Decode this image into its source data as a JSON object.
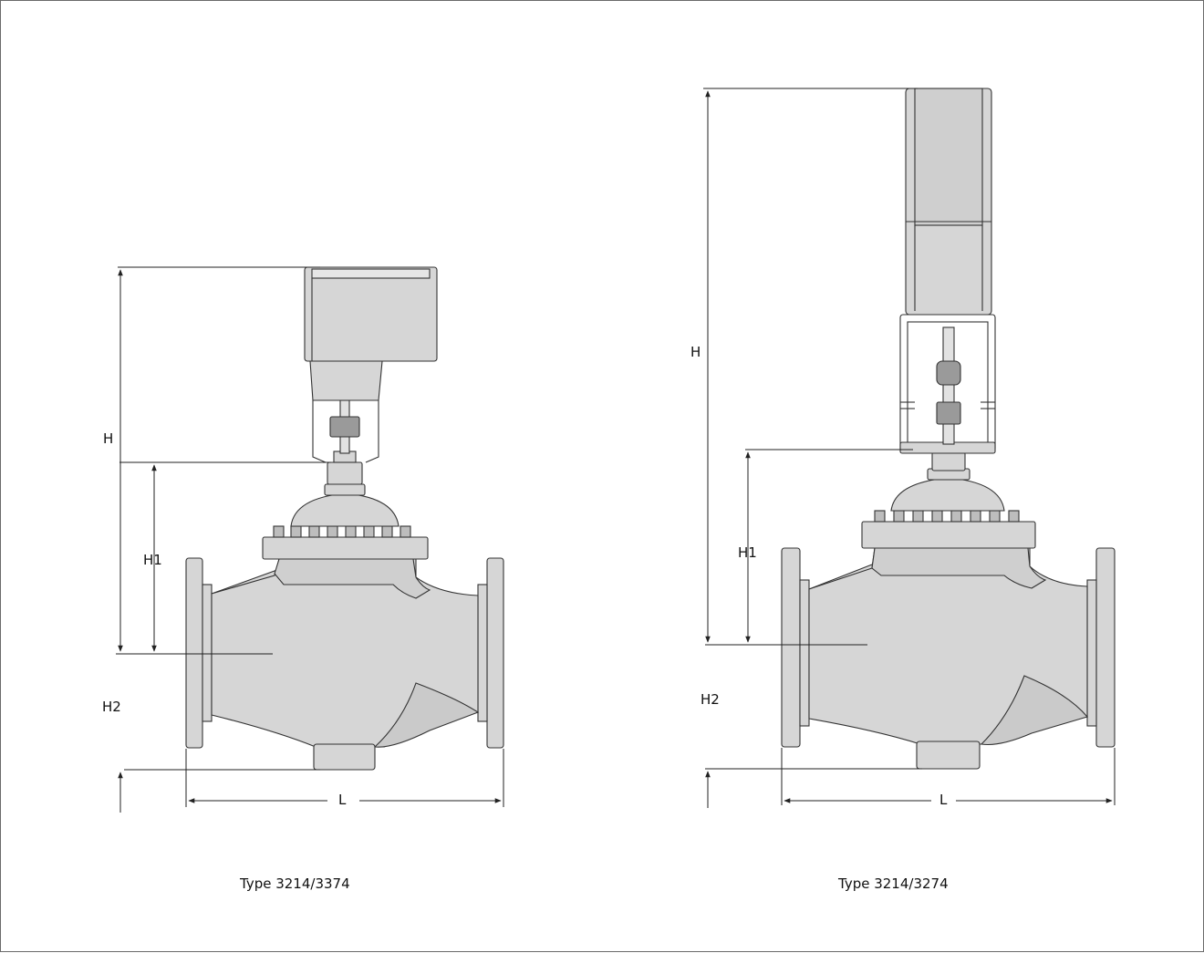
{
  "figures": [
    {
      "caption": "Type 3214/3374",
      "dimensions": {
        "H": "H",
        "H1": "H1",
        "H2": "H2",
        "L": "L"
      }
    },
    {
      "caption": "Type 3214/3274",
      "dimensions": {
        "H": "H",
        "H1": "H1",
        "H2": "H2",
        "L": "L"
      }
    }
  ],
  "colors": {
    "body_fill": "#d6d6d6",
    "outline": "#333333",
    "frame": "#6a6a6a"
  }
}
